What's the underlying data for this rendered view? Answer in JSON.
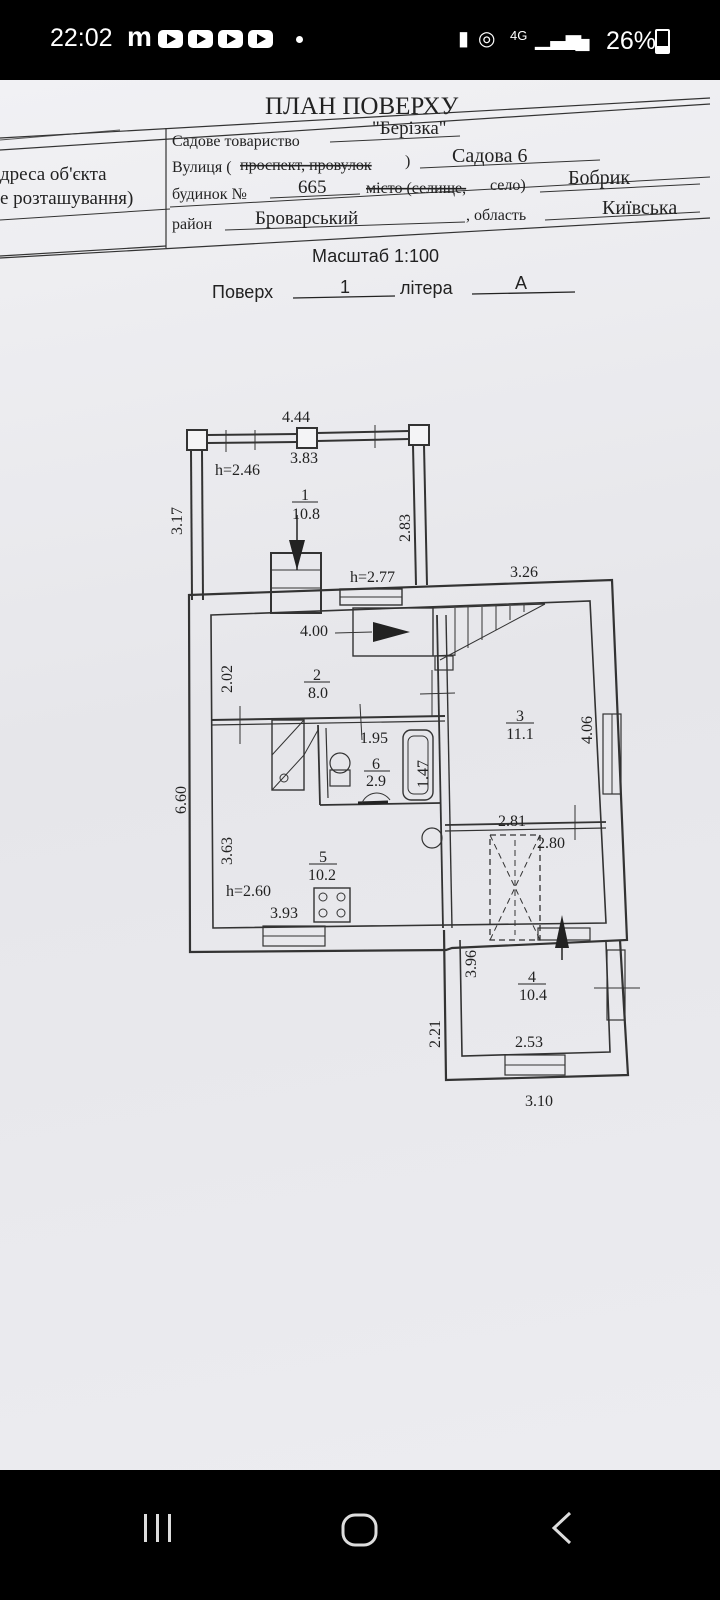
{
  "status": {
    "time": "22:02",
    "app_letter": "m",
    "network": "4G",
    "battery": "26%"
  },
  "doc": {
    "title": "ПЛАН ПОВЕРХУ",
    "address_label_line1": "дреса об'єкта",
    "address_label_line2": "е розташування)",
    "garden_label": "Садове товариство",
    "garden_value": "\"Берізка\"",
    "street_label": "Вулиця (",
    "street_struck": "проспект, провулок",
    "street_close": ")",
    "street_value": "Садова 6",
    "house_label": "будинок №",
    "house_value": "665",
    "city_struck": "місто (селище,",
    "city_rest": "село)",
    "city_value": "Бобрик",
    "district_label": "район",
    "district_value": "Броварський",
    "region_label": ", область",
    "region_value": "Київська",
    "scale": "Масштаб 1:100",
    "floor_label": "Поверх",
    "floor_value": "1",
    "letter_label": "літера",
    "letter_value": "А"
  },
  "plan": {
    "dims": {
      "d444": "4.44",
      "d383": "3.83",
      "h246": "h=2.46",
      "d317": "3.17",
      "d283": "2.83",
      "h277": "h=2.77",
      "d326": "3.26",
      "d400": "4.00",
      "d202": "2.02",
      "d406": "4.06",
      "d195": "1.95",
      "d147": "1.47",
      "d660": "6.60",
      "d363": "3.63",
      "d281": "2.81",
      "d280": "2.80",
      "h260": "h=2.60",
      "d393": "3.93",
      "d396": "3.96",
      "d221": "2.21",
      "d253": "2.53",
      "d310": "3.10"
    },
    "rooms": [
      {
        "num": "1",
        "area": "10.8"
      },
      {
        "num": "2",
        "area": "8.0"
      },
      {
        "num": "3",
        "area": "11.1"
      },
      {
        "num": "6",
        "area": "2.9"
      },
      {
        "num": "5",
        "area": "10.2"
      },
      {
        "num": "4",
        "area": "10.4"
      }
    ]
  }
}
